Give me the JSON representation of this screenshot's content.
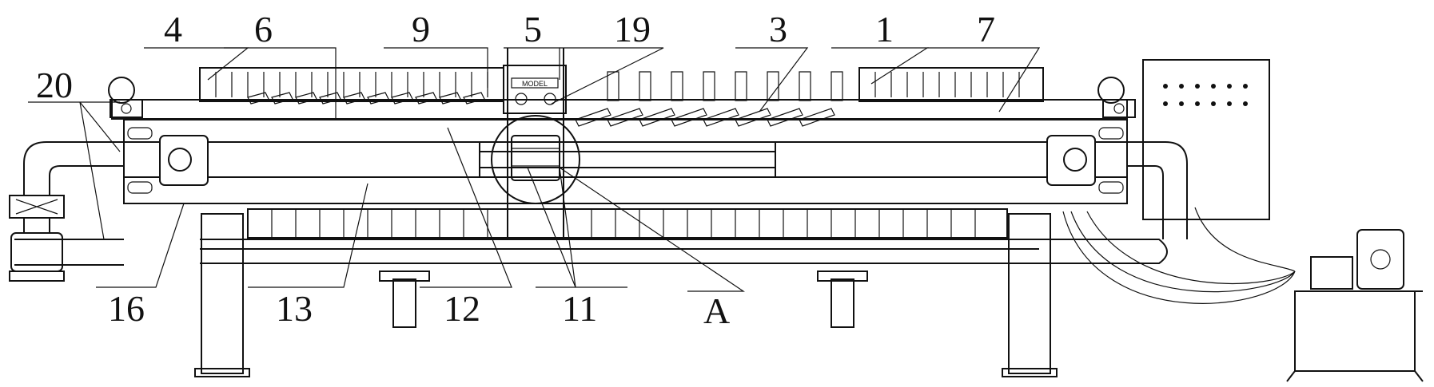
{
  "labels": {
    "l4": "4",
    "l6": "6",
    "l9": "9",
    "l5": "5",
    "l19": "19",
    "l3": "3",
    "l1": "1",
    "l7": "7",
    "l20": "20",
    "l16": "16",
    "l13": "13",
    "l12": "12",
    "l11": "11",
    "lA": "A"
  },
  "nameplate": "MODEL",
  "colors": {
    "line": "#111111",
    "background": "#ffffff"
  }
}
